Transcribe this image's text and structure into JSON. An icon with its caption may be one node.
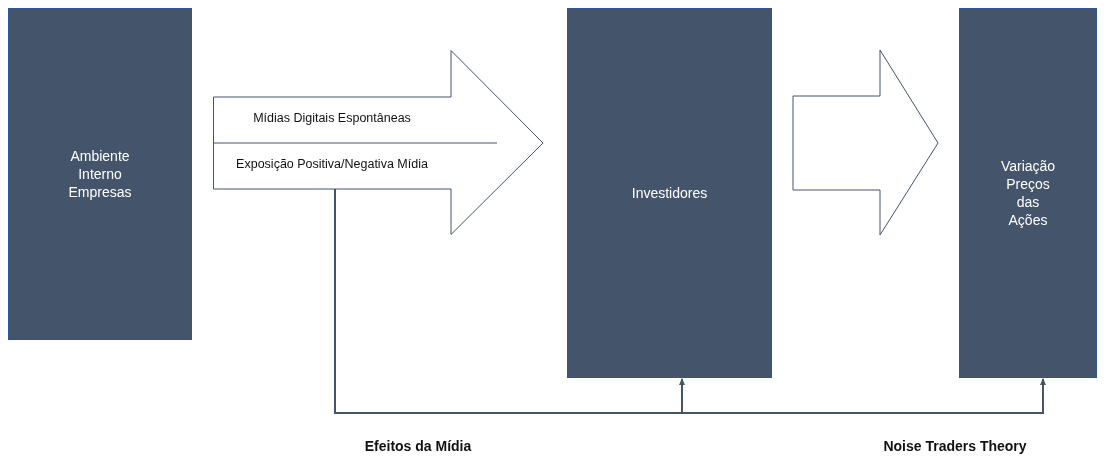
{
  "diagram": {
    "nodes": [
      {
        "text": [
          "Ambiente Interno Empresas"
        ]
      },
      {
        "text": [
          "Mídias Digitais Espontâneas",
          "Exposição Positiva/Negativa Mídia"
        ]
      },
      {
        "text": [
          "Investidores"
        ]
      },
      {
        "text": [
          "Variação Preços das Ações"
        ]
      }
    ],
    "edges": [
      {
        "from": 1,
        "to": 2,
        "arrow": "to"
      },
      {
        "from": 1,
        "to": 3,
        "arrow": "to"
      },
      {
        "from": 2,
        "to": 3,
        "arrow": "to",
        "style": "thick"
      }
    ],
    "labels": [
      "Efeitos da Mídia",
      "Noise Traders Theory"
    ]
  }
}
